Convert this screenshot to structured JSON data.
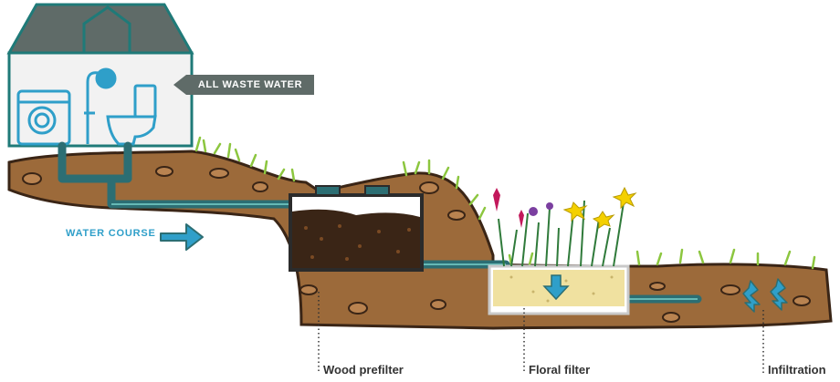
{
  "labels": {
    "all_waste_water": "ALL WASTE WATER",
    "water_course": "WATER COURSE",
    "wood_prefilter": "Wood prefilter",
    "floral_filter": "Floral filter",
    "infiltration": "Infiltration"
  },
  "colors": {
    "soil": "#9c6a3a",
    "soil_dark": "#3a2516",
    "grass": "#8cc63f",
    "house_outline": "#1f7a78",
    "roof": "#5f6b68",
    "water_blue": "#2f9fc9",
    "pipe": "#2c6e73",
    "filter_sand": "#f0e1a0"
  },
  "icons": [
    "washing-machine-icon",
    "shower-icon",
    "toilet-icon",
    "arrow-right-icon",
    "arrow-down-icon",
    "infiltration-arrows-icon"
  ]
}
